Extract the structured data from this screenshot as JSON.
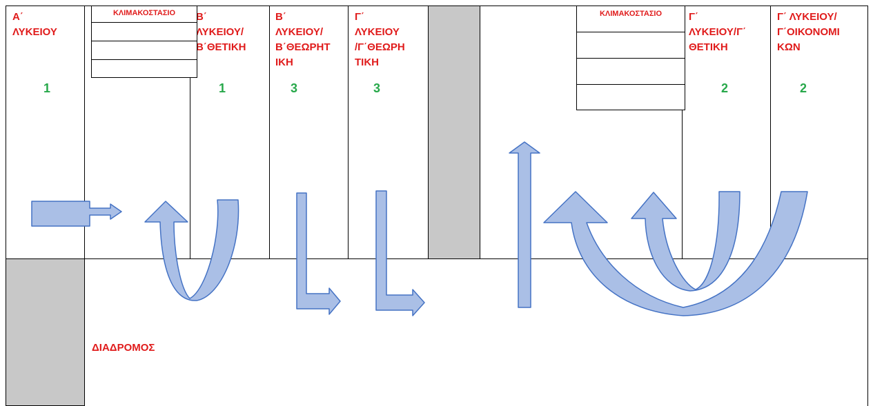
{
  "rooms": [
    {
      "label": "Α΄\nΛΥΚΕΙΟΥ",
      "count": "1"
    },
    {
      "label": "Β΄\nΛΥΚΕΙΟΥ/\nΒ΄ΘΕΤΙΚΗ",
      "count": "1"
    },
    {
      "label": "Β΄\nΛΥΚΕΙΟΥ/\nΒ΄ΘΕΩΡΗΤ\nΙΚΗ",
      "count": "3"
    },
    {
      "label": "Γ΄\nΛΥΚΕΙΟΥ\n/Γ΄ΘΕΩΡΗ\nΤΙΚΗ",
      "count": "3"
    },
    {
      "label": "Γ΄\nΛΥΚΕΙΟΥ/Γ΄\nΘΕΤΙΚΗ",
      "count": "2"
    },
    {
      "label": "Γ΄ ΛΥΚΕΙΟΥ/\nΓ΄ΟΙΚΟΝΟΜΙ\nΚΩΝ",
      "count": "2"
    }
  ],
  "stairs": {
    "label_left": "ΚΛΙΜΑΚΟΣΤΑΣΙΟ",
    "label_right": "ΚΛΙΜΑΚΟΣΤΑΣΙΟ"
  },
  "corridor": {
    "label": "ΔΙΑΔΡΟΜΟΣ"
  },
  "colors": {
    "label": "#e01b1b",
    "number": "#27a84a",
    "arrow_fill": "#aabfe6",
    "arrow_stroke": "#4472c4",
    "block": "#c8c8c8"
  }
}
